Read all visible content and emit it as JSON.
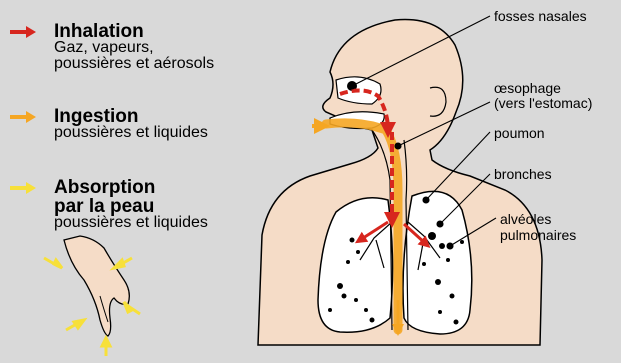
{
  "legend": {
    "inhalation": {
      "title": "Inhalation",
      "desc_lines": [
        "Gaz, vapeurs,",
        "poussières et aérosols"
      ],
      "color": "#d7261e"
    },
    "ingestion": {
      "title": "Ingestion",
      "desc_lines": [
        "poussières et liquides"
      ],
      "color": "#f5a623"
    },
    "absorption": {
      "title_lines": [
        "Absorption",
        "par la peau"
      ],
      "desc_lines": [
        "poussières et liquides"
      ],
      "color": "#f7e03a"
    }
  },
  "labels": {
    "fosses_nasales": "fosses nasales",
    "oesophage": [
      "œsophage",
      "(vers l'estomac)"
    ],
    "poumon": "poumon",
    "bronches": "bronches",
    "alveoles": [
      "alvéoles",
      "pulmonaires"
    ]
  },
  "colors": {
    "background": "#d9d9d9",
    "skin": "#f5dcc7",
    "lung": "#ffffff",
    "outline": "#000000"
  }
}
